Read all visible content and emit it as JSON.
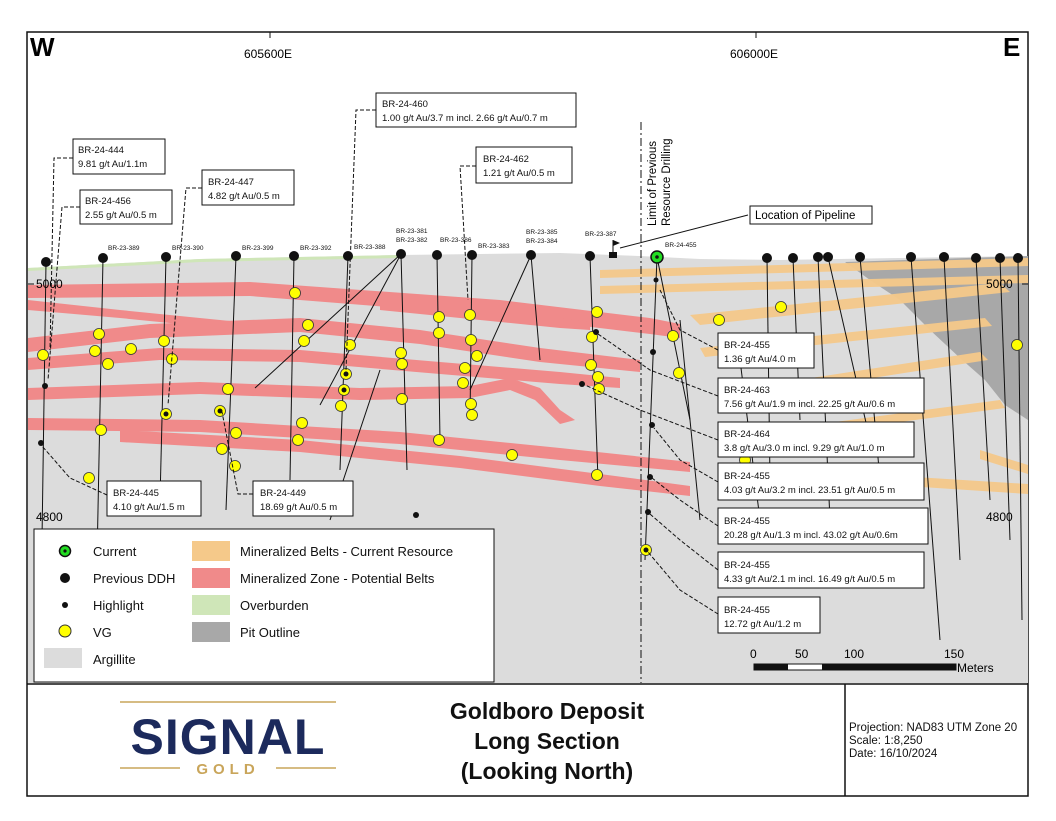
{
  "compass": {
    "west": "W",
    "east": "E"
  },
  "eastings": [
    "605600E",
    "606000E"
  ],
  "elevations": {
    "upper": "5000",
    "lower": "4800"
  },
  "pipeline_label": "Location of Pipeline",
  "limit_label_1": "Limit of Previous",
  "limit_label_2": "Resource Drilling",
  "collars": [
    "BR-23-389",
    "BR-23-390",
    "BR-23-399",
    "BR-23-392",
    "BR-23-388",
    "BR-23-381",
    "BR-23-382",
    "BR-23-386",
    "BR-23-383",
    "BR-23-385",
    "BR-23-384",
    "BR-23-387",
    "BR-24-455"
  ],
  "callouts": [
    {
      "hole": "BR-24-444",
      "result": "9.81 g/t Au/1.1m"
    },
    {
      "hole": "BR-24-456",
      "result": "2.55 g/t Au/0.5 m"
    },
    {
      "hole": "BR-24-447",
      "result": "4.82 g/t Au/0.5 m"
    },
    {
      "hole": "BR-24-460",
      "result": "1.00 g/t Au/3.7 m incl. 2.66 g/t Au/0.7 m"
    },
    {
      "hole": "BR-24-462",
      "result": "1.21 g/t Au/0.5 m"
    },
    {
      "hole": "BR-24-445",
      "result": "4.10 g/t Au/1.5 m"
    },
    {
      "hole": "BR-24-449",
      "result": "18.69 g/t Au/0.5 m"
    },
    {
      "hole": "BR-24-455",
      "result": "1.36 g/t Au/4.0 m"
    },
    {
      "hole": "BR-24-463",
      "result": "7.56 g/t Au/1.9 m incl. 22.25 g/t Au/0.6 m"
    },
    {
      "hole": "BR-24-464",
      "result": "3.8 g/t Au/3.0 m incl. 9.29 g/t Au/1.0 m"
    },
    {
      "hole": "BR-24-455",
      "result": "4.03 g/t Au/3.2 m incl. 23.51 g/t Au/0.5 m"
    },
    {
      "hole": "BR-24-455",
      "result": "20.28 g/t Au/1.3 m incl. 43.02 g/t Au/0.6m"
    },
    {
      "hole": "BR-24-455",
      "result": "4.33 g/t Au/2.1 m incl. 16.49 g/t Au/0.5 m"
    },
    {
      "hole": "BR-24-455",
      "result": "12.72 g/t Au/1.2 m"
    }
  ],
  "legend": {
    "current": "Current",
    "previous": "Previous DDH",
    "highlight": "Highlight",
    "vg": "VG",
    "argillite": "Argillite",
    "belts_current": "Mineralized Belts - Current Resource",
    "belts_potential": "Mineralized Zone - Potential Belts",
    "overburden": "Overburden",
    "pit": "Pit Outline"
  },
  "scale_bar": {
    "t0": "0",
    "t50": "50",
    "t100": "100",
    "t150": "150",
    "unit": "Meters"
  },
  "title": {
    "line1": "Goldboro Deposit",
    "line2": "Long Section",
    "line3": "(Looking North)"
  },
  "logo": {
    "word": "SIGNAL",
    "sub": "GOLD"
  },
  "info": {
    "projection": "Projection: NAD83 UTM Zone 20",
    "scale": "Scale: 1:8,250",
    "date": "Date: 16/10/2024"
  },
  "colors": {
    "argillite": "#dcdcdc",
    "potential_belts": "#f08a8a",
    "current_belts": "#f5c98a",
    "pit": "#a8a8a8",
    "overburden": "#cfe6b8",
    "vg": "#ffff00",
    "current": "#22dd22",
    "logo_navy": "#1c2a5c",
    "logo_gold": "#c9a55a"
  }
}
